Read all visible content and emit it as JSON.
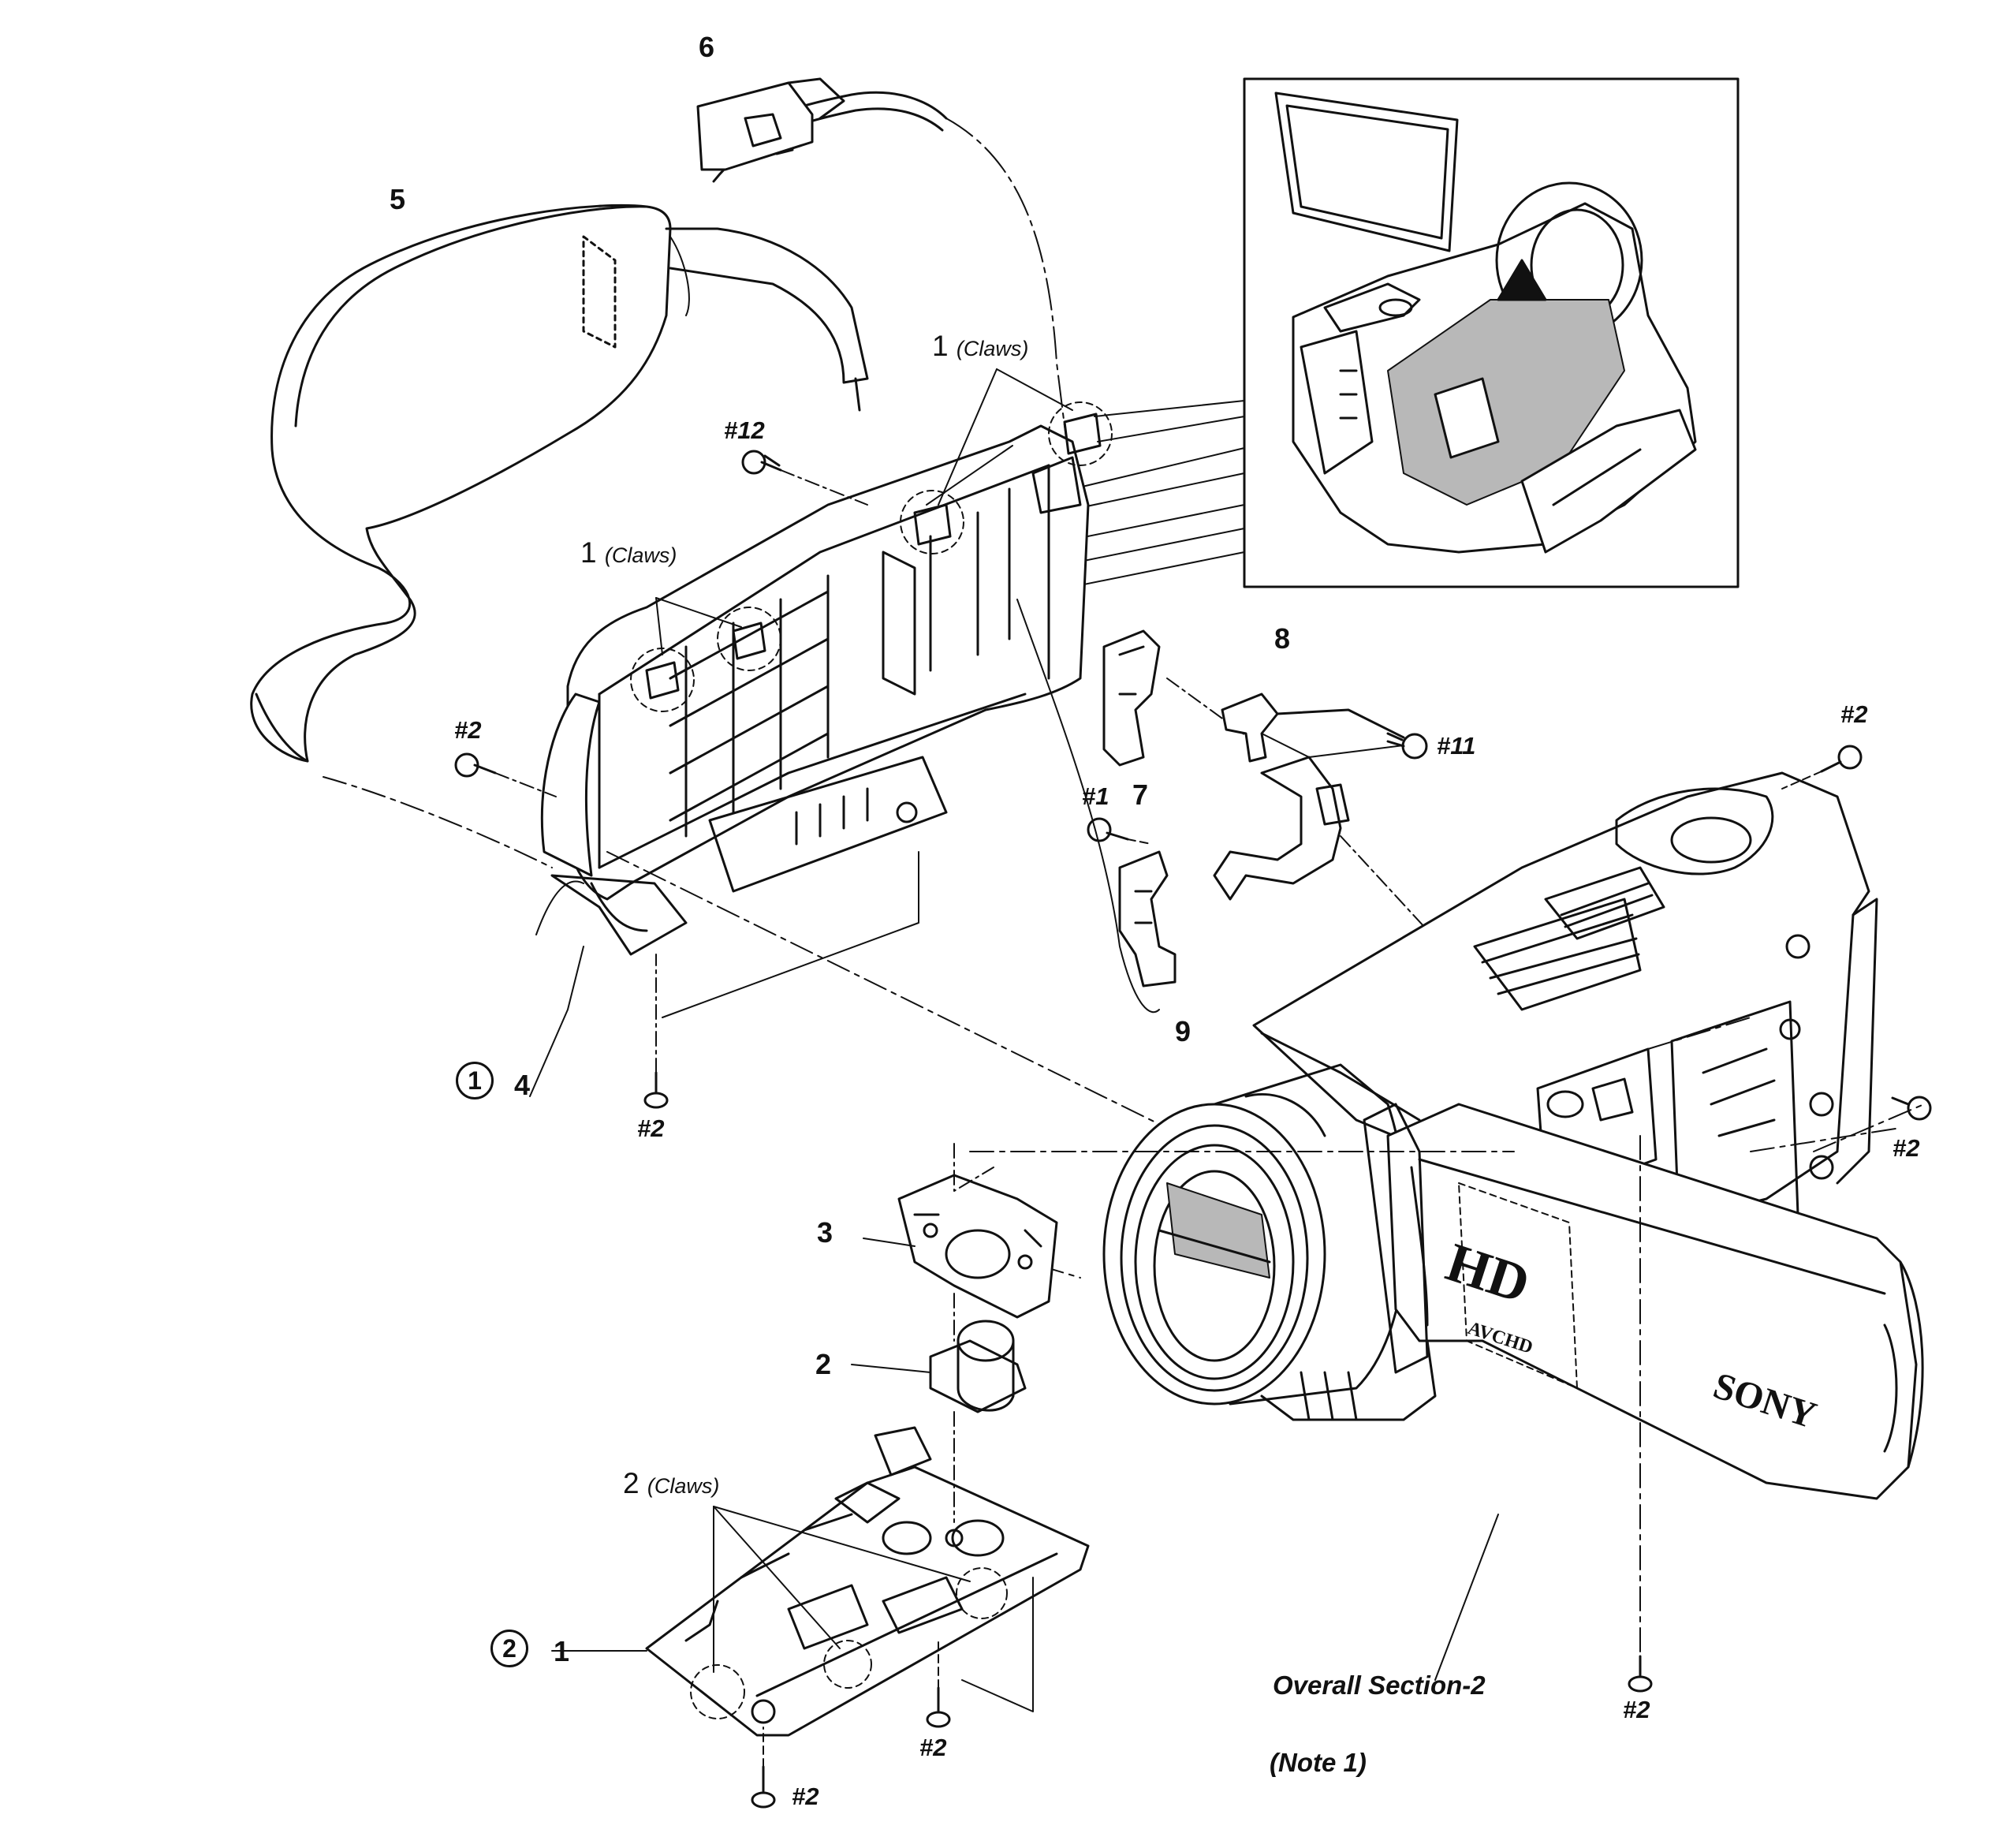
{
  "parts": {
    "p1": "1",
    "p2": "2",
    "p3": "3",
    "p4": "4",
    "p5": "5",
    "p6": "6",
    "p7": "7",
    "p8": "8",
    "p9": "9"
  },
  "callouts": {
    "claws1_num": "1",
    "claws1_text": "(Claws)",
    "claws2_num": "1",
    "claws2_text": "(Claws)",
    "claws3_num": "2",
    "claws3_text": "(Claws)"
  },
  "screws": {
    "s12": "#12",
    "s2_left": "#2",
    "s2_bottom_left": "#2",
    "s11": "#11",
    "s1": "#1",
    "s2_top_right": "#2",
    "s2_right": "#2",
    "s2_board": "#2",
    "s2_board_bottom": "#2",
    "s2_bottom_right": "#2"
  },
  "markers": {
    "m1": "1",
    "m2": "2"
  },
  "notes": {
    "section": "Overall Section-2",
    "note": "(Note 1)"
  },
  "camera_text": {
    "brand": "SONY",
    "hd": "HD",
    "avchd": "AVCHD"
  },
  "colors": {
    "line": "#111111",
    "screen": "#b8b8b8",
    "bg": "#ffffff"
  }
}
